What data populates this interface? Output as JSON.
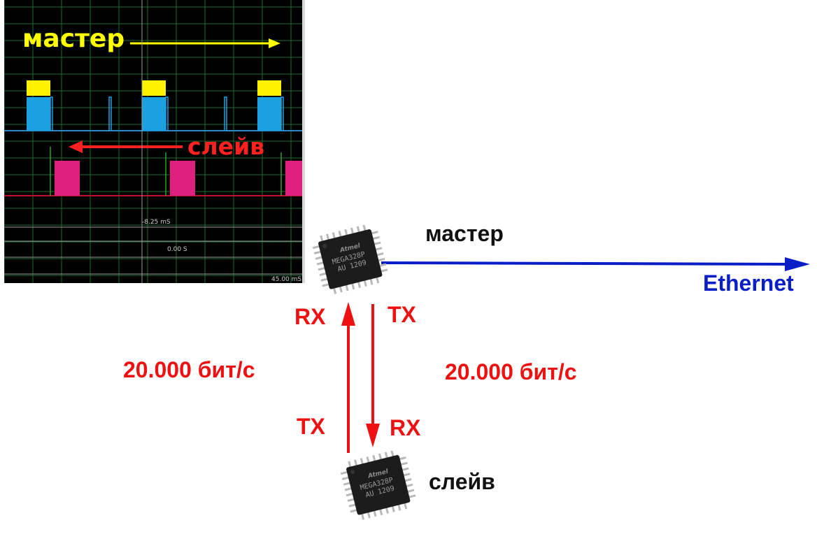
{
  "scope": {
    "master_label": "мастер",
    "slave_label": "слейв",
    "readout_offset": "-8.25 mS",
    "readout_time": "0.00 S",
    "readout_span": "45.00 mS",
    "colors": {
      "grid": "#1e6e2e",
      "master_arrow": "#ffff00",
      "slave_arrow": "#ff2020",
      "yellow_pulse": "#fff200",
      "blue_pulse": "#1ba1e2",
      "magenta_pulse": "#e0207f",
      "trace_blue": "#2a8ac8",
      "trace_red": "#c0102a",
      "trace_green": "#30a030"
    }
  },
  "diagram": {
    "master_label": "мастер",
    "slave_label": "слейв",
    "ethernet_label": "Ethernet",
    "left_link": {
      "top_label": "RX",
      "bottom_label": "TX",
      "rate": "20.000 бит/с"
    },
    "right_link": {
      "top_label": "TX",
      "bottom_label": "RX",
      "rate": "20.000 бит/с"
    },
    "chip": {
      "brand": "Atmel",
      "line1": "MEGA328P",
      "line2": "AU 1209"
    },
    "colors": {
      "link_arrow": "#ee1111",
      "ethernet_arrow": "#0a1ec8",
      "chip_body": "#1c1c1c",
      "chip_pins": "#b8b8b8"
    }
  }
}
